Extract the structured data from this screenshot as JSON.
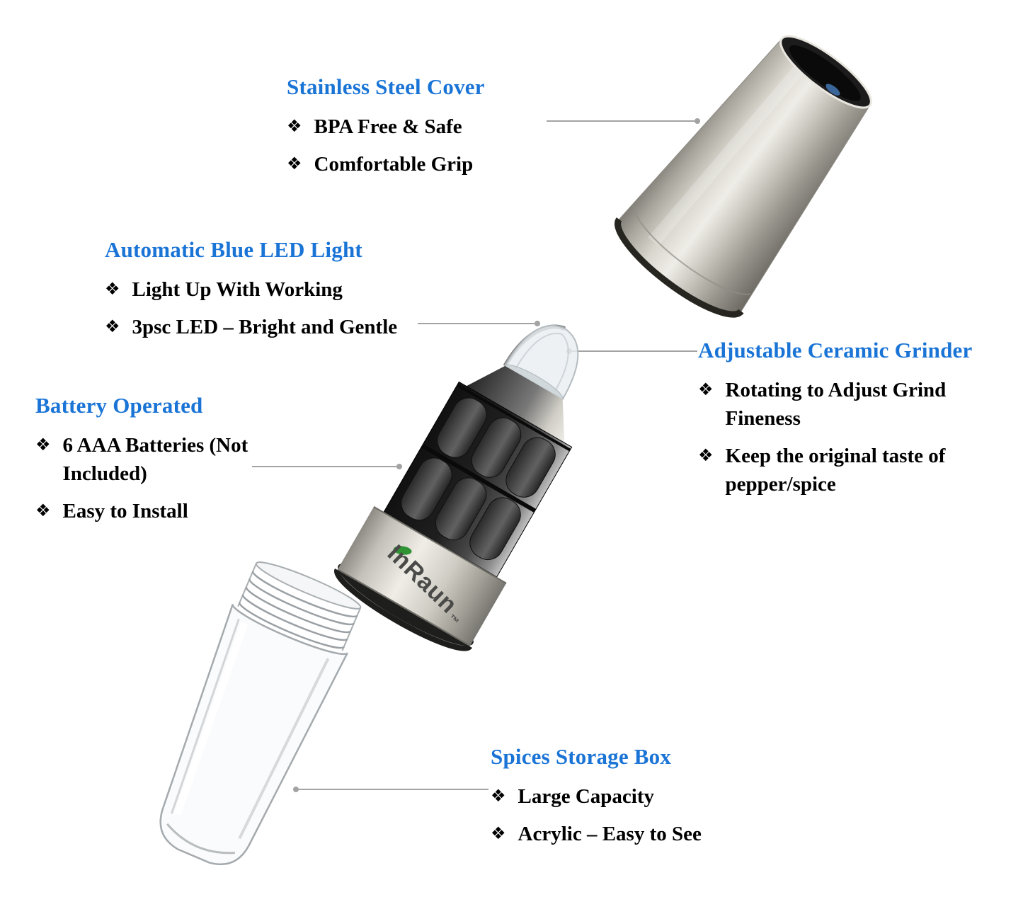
{
  "bullet_char": "❖",
  "colors": {
    "heading": "#1a74d6",
    "body": "#000000",
    "connector": "#a3a3a3"
  },
  "brand": {
    "logo": "InRaun",
    "tm": "™"
  },
  "callouts": {
    "stainless_cover": {
      "title": "Stainless Steel Cover",
      "bullets": [
        "BPA Free & Safe",
        "Comfortable Grip"
      ]
    },
    "led_light": {
      "title": "Automatic Blue LED Light",
      "bullets": [
        "Light Up With Working",
        "3psc LED – Bright and Gentle"
      ]
    },
    "battery": {
      "title": "Battery Operated",
      "bullets": [
        "6 AAA Batteries (Not Included)",
        "Easy to Install"
      ]
    },
    "grinder": {
      "title": "Adjustable Ceramic Grinder",
      "bullets": [
        "Rotating to Adjust Grind Fineness",
        "Keep the original taste of pepper/spice"
      ]
    },
    "storage": {
      "title": "Spices Storage Box",
      "bullets": [
        "Large Capacity",
        "Acrylic – Easy to See"
      ]
    }
  }
}
